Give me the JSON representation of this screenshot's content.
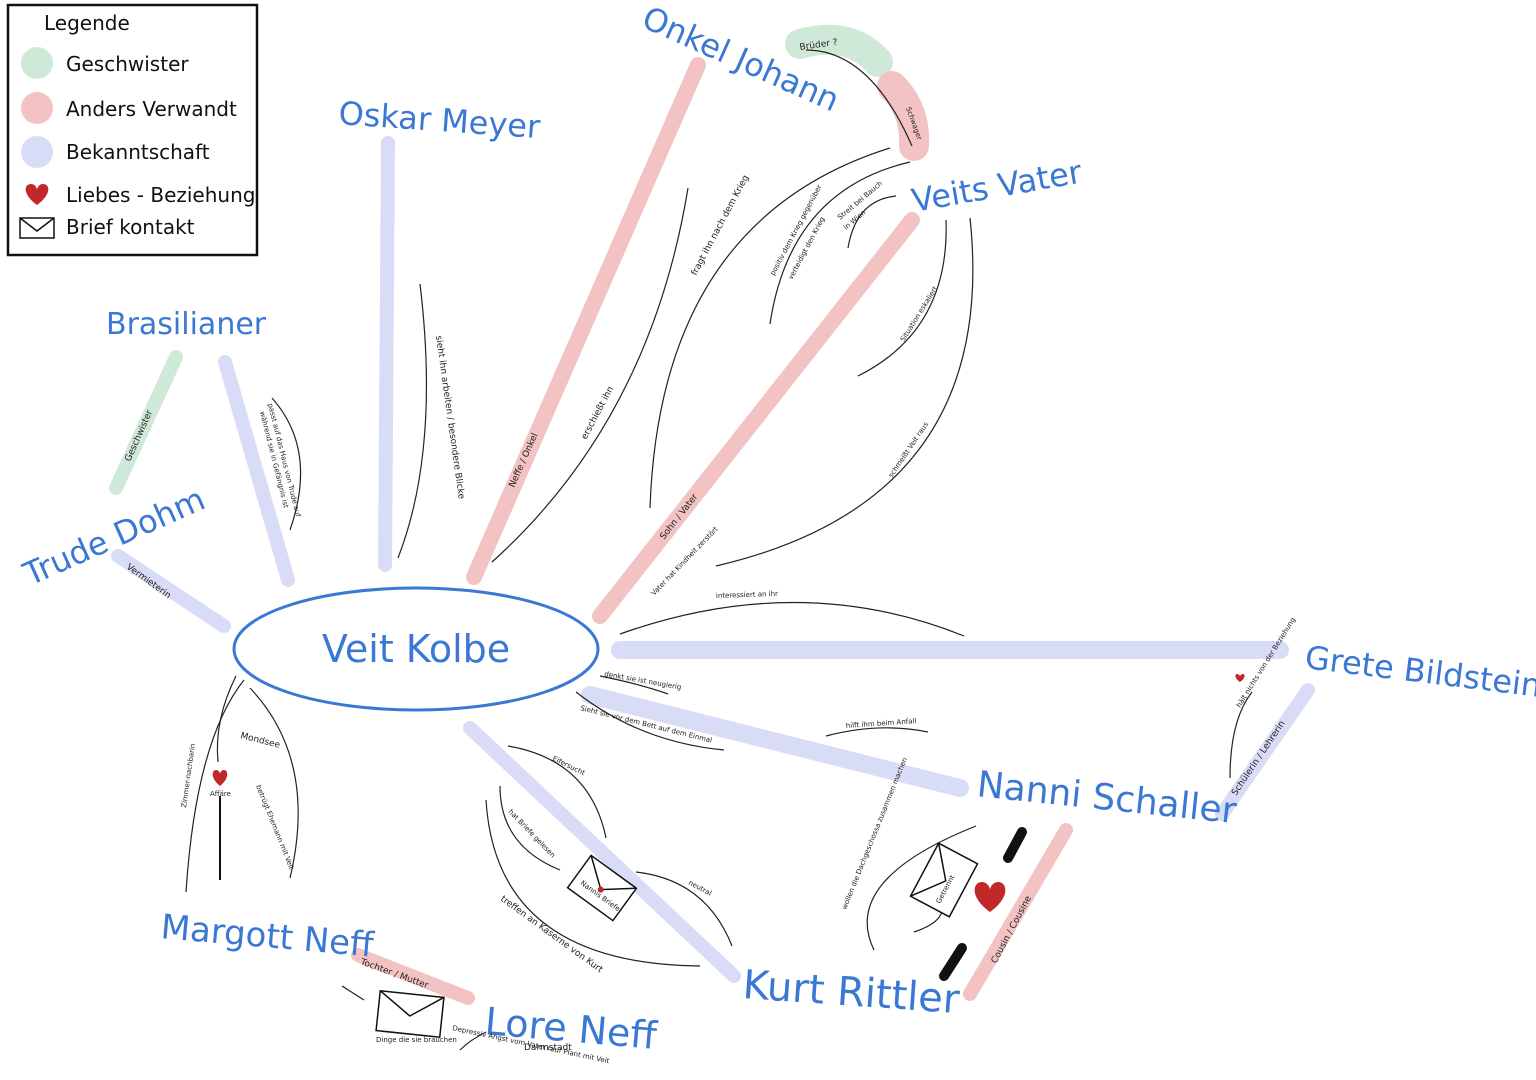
{
  "colors": {
    "siblings": "#cfe9d8",
    "relatives": "#f3c2c2",
    "acquaintance": "#d9dcf7",
    "name_blue": "#3a78d4",
    "heart": "#c0282a"
  },
  "legend": {
    "title": "Legende",
    "items": [
      {
        "label": "Geschwister",
        "icon": "green-dot"
      },
      {
        "label": "Anders Verwandt",
        "icon": "pink-dot"
      },
      {
        "label": "Bekanntschaft",
        "icon": "lavender-dot"
      },
      {
        "label": "Liebes - Beziehung",
        "icon": "heart-icon"
      },
      {
        "label": "Brief kontakt",
        "icon": "envelope-icon"
      }
    ]
  },
  "persons": {
    "center": "Veit Kolbe",
    "onkel": "Onkel Johann",
    "oskar": "Oskar Meyer",
    "brasilianer": "Brasilianer",
    "trude": "Trude Dohm",
    "vater": "Veits Vater",
    "grete": "Grete Bildstein",
    "nanni": "Nanni Schaller",
    "kurt": "Kurt Rittler",
    "margott": "Margott Neff",
    "lore": "Lore Neff"
  },
  "relation_labels": {
    "brueder": "Brüder ?",
    "schwager": "Schwager",
    "geschwister": "Geschwister",
    "vermieterin": "Vermieterin",
    "neffe_onkel": "Neffe / Onkel",
    "sohn_vater": "Sohn / Vater",
    "tochter_mutter": "Tochter / Mutter",
    "cousin": "Cousin / Cousine",
    "schuelerin": "Schülerin / Lehrerin",
    "mondsee": "Mondsee",
    "affaere": "Affäre",
    "darmstadt": "Darmstadt",
    "nanni_briefe": "Nannis Briefe",
    "getrennt": "Getrennt"
  },
  "annotations": {
    "oskar": "sieht ihn arbeiten / besondere Blicke",
    "brasilianer": "passt auf das Haus von Trude auf",
    "brasilianer2": "während sie in Gefängnis ist",
    "onkel_fragt": "fragt ihn nach dem Krieg",
    "erschiesst": "erschießt ihn",
    "vater_positiv": "positiv dem Krieg gegenüber",
    "vater_verteidigt": "verteidigt den Krieg",
    "vater_bauch": "Streit bei Bauch",
    "vater_wien": "in Wien",
    "situation": "Situation eskaliert",
    "schmeisst": "schmeißt Veit raus",
    "vater_kindheit": "Vater hat Kindheit zerstört",
    "interessiert": "interessiert an ihr",
    "denkt": "denkt sie ist neugierig",
    "sieht_sie": "Sieht sie vor dem Bett auf dem Einmal",
    "hilft": "hilft ihm beim Anfall",
    "haelt_nichts": "hält nichts von der Beziehung",
    "eifersucht": "Eifersucht",
    "briefe_gelesen": "hat Briefe gelesen",
    "treffen": "treffen an Kaserne von Kurt",
    "neutral": "neutral",
    "wollen": "wollen die Dachgeschossa zusammen machen",
    "zimmer": "Zimmer-nachbarin",
    "margott_ehe": "betrügt Ehemann mit Veit",
    "dinge": "Dinge die sie brauchen",
    "depressiv": "Depressiv Angst vom Vater rauf Plant mit Veit"
  }
}
